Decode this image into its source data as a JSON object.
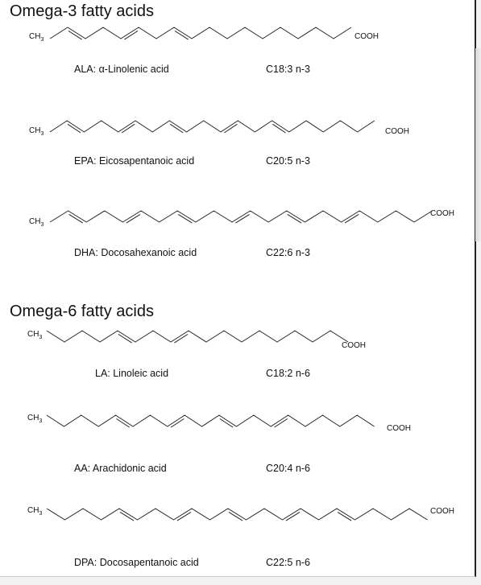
{
  "figure": {
    "groups": [
      {
        "title": "Omega-3 fatty acids",
        "acids": [
          {
            "name": "ALA: α-Linolenic acid",
            "formula": "C18:3 n-3",
            "ch3": "CH",
            "ch3_sub": "3",
            "cooh": "COOH"
          },
          {
            "name": "EPA: Eicosapentanoic acid",
            "formula": "C20:5 n-3",
            "ch3": "CH",
            "ch3_sub": "3",
            "cooh": "COOH"
          },
          {
            "name": "DHA: Docosahexanoic acid",
            "formula": "C22:6 n-3",
            "ch3": "CH",
            "ch3_sub": "3",
            "cooh": "COOH"
          }
        ]
      },
      {
        "title": "Omega-6 fatty acids",
        "acids": [
          {
            "name": "LA: Linoleic acid",
            "formula": "C18:2 n-6",
            "ch3": "CH",
            "ch3_sub": "3",
            "cooh": "COOH"
          },
          {
            "name": "AA: Arachidonic acid",
            "formula": "C20:4 n-6",
            "ch3": "CH",
            "ch3_sub": "3",
            "cooh": "COOH"
          },
          {
            "name": "DPA: Docosapentanoic acid",
            "formula": "C22:5 n-6",
            "ch3": "CH",
            "ch3_sub": "3",
            "cooh": "COOH"
          }
        ]
      }
    ]
  }
}
